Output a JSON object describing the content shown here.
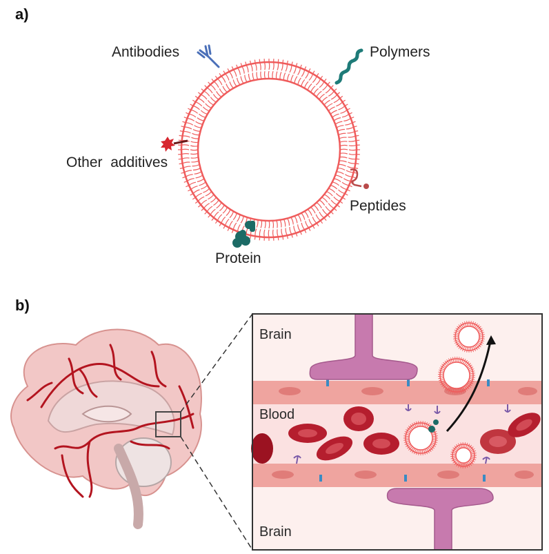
{
  "panel_a": {
    "label": "a)",
    "attachments": {
      "antibodies": "Antibodies",
      "polymers": "Polymers",
      "other_additives": "Other  additives",
      "peptides": "Peptides",
      "protein": "Protein"
    }
  },
  "panel_b": {
    "label": "b)",
    "regions": {
      "brain_top": "Brain",
      "blood": "Blood",
      "brain_bottom": "Brain"
    }
  },
  "colors": {
    "lipid": "#ef5b5b",
    "antibody": "#4a6fb8",
    "polymer": "#1e7b78",
    "additive": "#d7262e",
    "peptide": "#b94a4a",
    "protein": "#1c6b66",
    "astrocyte": "#c77aae",
    "red_cell": "#b51e2e",
    "endothelium": "#efa49f",
    "blood_bg": "#fbe1e1",
    "brain_bg": "#fdf0ee",
    "artery": "#b3141f"
  }
}
